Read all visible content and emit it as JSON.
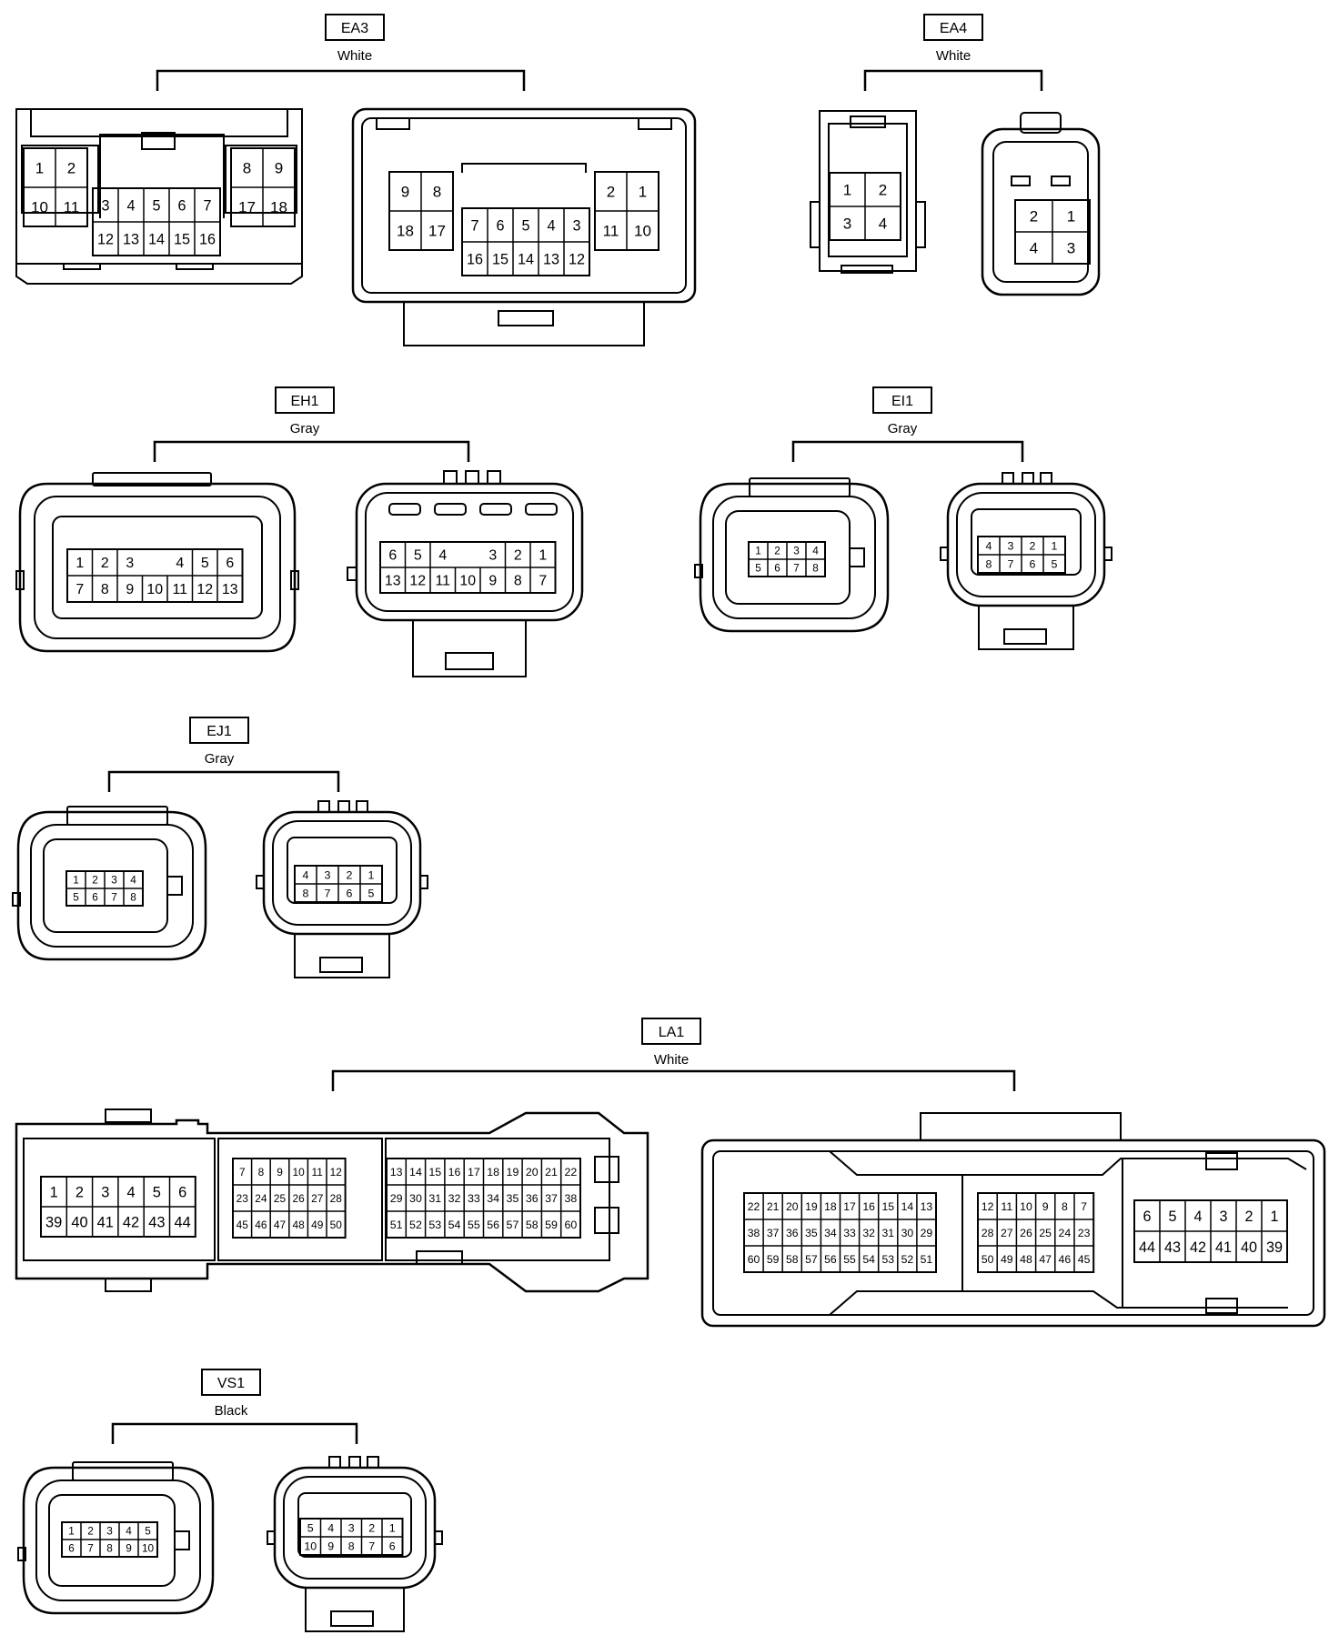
{
  "theme": {
    "stroke": "#000000",
    "background": "#ffffff"
  },
  "connectors": [
    {
      "id": "EA3",
      "color": "White",
      "views": [
        {
          "shape": "ea3-left",
          "blocks": [
            {
              "rows": [
                [
                  "1",
                  "2"
                ],
                [
                  "10",
                  "11"
                ]
              ]
            },
            {
              "rows": [
                [
                  "3",
                  "4",
                  "5",
                  "6",
                  "7"
                ],
                [
                  "12",
                  "13",
                  "14",
                  "15",
                  "16"
                ]
              ]
            },
            {
              "rows": [
                [
                  "8",
                  "9"
                ],
                [
                  "17",
                  "18"
                ]
              ]
            }
          ]
        },
        {
          "shape": "ea3-right",
          "blocks": [
            {
              "rows": [
                [
                  "9",
                  "8"
                ],
                [
                  "18",
                  "17"
                ]
              ]
            },
            {
              "rows": [
                [
                  "7",
                  "6",
                  "5",
                  "4",
                  "3"
                ],
                [
                  "16",
                  "15",
                  "14",
                  "13",
                  "12"
                ]
              ]
            },
            {
              "rows": [
                [
                  "2",
                  "1"
                ],
                [
                  "11",
                  "10"
                ]
              ]
            }
          ]
        }
      ]
    },
    {
      "id": "EA4",
      "color": "White",
      "views": [
        {
          "shape": "ea4-left",
          "blocks": [
            {
              "rows": [
                [
                  "1",
                  "2"
                ],
                [
                  "3",
                  "4"
                ]
              ]
            }
          ]
        },
        {
          "shape": "ea4-right",
          "blocks": [
            {
              "rows": [
                [
                  "2",
                  "1"
                ],
                [
                  "4",
                  "3"
                ]
              ]
            }
          ]
        }
      ]
    },
    {
      "id": "EH1",
      "color": "Gray",
      "views": [
        {
          "shape": "oval-wide",
          "blocks": [
            {
              "rows": [
                [
                  "1",
                  "2",
                  "3",
                  "",
                  "4",
                  "5",
                  "6"
                ],
                [
                  "7",
                  "8",
                  "9",
                  "10",
                  "11",
                  "12",
                  "13"
                ]
              ]
            }
          ]
        },
        {
          "shape": "rounded-tab",
          "blocks": [
            {
              "rows": [
                [
                  "6",
                  "5",
                  "4",
                  "",
                  "3",
                  "2",
                  "1"
                ],
                [
                  "13",
                  "12",
                  "11",
                  "10",
                  "9",
                  "8",
                  "7"
                ]
              ]
            }
          ]
        }
      ]
    },
    {
      "id": "EI1",
      "color": "Gray",
      "views": [
        {
          "shape": "oval-small",
          "blocks": [
            {
              "rows": [
                [
                  "1",
                  "2",
                  "3",
                  "4"
                ],
                [
                  "5",
                  "6",
                  "7",
                  "8"
                ]
              ]
            }
          ]
        },
        {
          "shape": "rounded-tab-small",
          "blocks": [
            {
              "rows": [
                [
                  "4",
                  "3",
                  "2",
                  "1"
                ],
                [
                  "8",
                  "7",
                  "6",
                  "5"
                ]
              ]
            }
          ]
        }
      ]
    },
    {
      "id": "EJ1",
      "color": "Gray",
      "views": [
        {
          "shape": "oval-small",
          "blocks": [
            {
              "rows": [
                [
                  "1",
                  "2",
                  "3",
                  "4"
                ],
                [
                  "5",
                  "6",
                  "7",
                  "8"
                ]
              ]
            }
          ]
        },
        {
          "shape": "rounded-tab-small",
          "blocks": [
            {
              "rows": [
                [
                  "4",
                  "3",
                  "2",
                  "1"
                ],
                [
                  "8",
                  "7",
                  "6",
                  "5"
                ]
              ]
            }
          ]
        }
      ]
    },
    {
      "id": "LA1",
      "color": "White",
      "views": [
        {
          "shape": "la1-left",
          "blocks": [
            {
              "rows": [
                [
                  "1",
                  "2",
                  "3",
                  "4",
                  "5",
                  "6"
                ],
                [
                  "39",
                  "40",
                  "41",
                  "42",
                  "43",
                  "44"
                ]
              ]
            },
            {
              "rows": [
                [
                  "7",
                  "8",
                  "9",
                  "10",
                  "11",
                  "12"
                ],
                [
                  "23",
                  "24",
                  "25",
                  "26",
                  "27",
                  "28"
                ],
                [
                  "45",
                  "46",
                  "47",
                  "48",
                  "49",
                  "50"
                ]
              ]
            },
            {
              "rows": [
                [
                  "13",
                  "14",
                  "15",
                  "16",
                  "17",
                  "18",
                  "19",
                  "20",
                  "21",
                  "22"
                ],
                [
                  "29",
                  "30",
                  "31",
                  "32",
                  "33",
                  "34",
                  "35",
                  "36",
                  "37",
                  "38"
                ],
                [
                  "51",
                  "52",
                  "53",
                  "54",
                  "55",
                  "56",
                  "57",
                  "58",
                  "59",
                  "60"
                ]
              ]
            }
          ]
        },
        {
          "shape": "la1-right",
          "blocks": [
            {
              "rows": [
                [
                  "22",
                  "21",
                  "20",
                  "19",
                  "18",
                  "17",
                  "16",
                  "15",
                  "14",
                  "13"
                ],
                [
                  "38",
                  "37",
                  "36",
                  "35",
                  "34",
                  "33",
                  "32",
                  "31",
                  "30",
                  "29"
                ],
                [
                  "60",
                  "59",
                  "58",
                  "57",
                  "56",
                  "55",
                  "54",
                  "53",
                  "52",
                  "51"
                ]
              ]
            },
            {
              "rows": [
                [
                  "12",
                  "11",
                  "10",
                  "9",
                  "8",
                  "7"
                ],
                [
                  "28",
                  "27",
                  "26",
                  "25",
                  "24",
                  "23"
                ],
                [
                  "50",
                  "49",
                  "48",
                  "47",
                  "46",
                  "45"
                ]
              ]
            },
            {
              "rows": [
                [
                  "6",
                  "5",
                  "4",
                  "3",
                  "2",
                  "1"
                ],
                [
                  "44",
                  "43",
                  "42",
                  "41",
                  "40",
                  "39"
                ]
              ]
            }
          ]
        }
      ]
    },
    {
      "id": "VS1",
      "color": "Black",
      "views": [
        {
          "shape": "oval-small",
          "blocks": [
            {
              "rows": [
                [
                  "1",
                  "2",
                  "3",
                  "4",
                  "5"
                ],
                [
                  "6",
                  "7",
                  "8",
                  "9",
                  "10"
                ]
              ]
            }
          ]
        },
        {
          "shape": "rounded-tab-small",
          "blocks": [
            {
              "rows": [
                [
                  "5",
                  "4",
                  "3",
                  "2",
                  "1"
                ],
                [
                  "10",
                  "9",
                  "8",
                  "7",
                  "6"
                ]
              ]
            }
          ]
        }
      ]
    }
  ]
}
